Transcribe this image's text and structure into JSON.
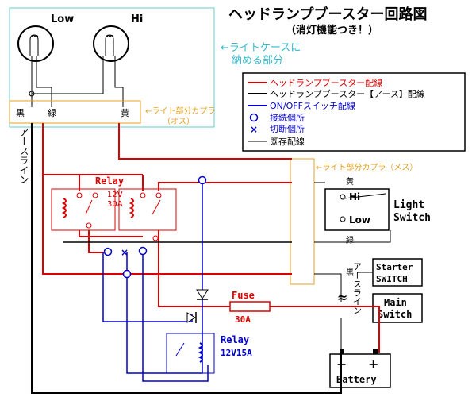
{
  "title": "ヘッドランプブースター回路図",
  "subtitle": "（消灯機能つき！）",
  "lamps": {
    "low": "Low",
    "hi": "Hi"
  },
  "light_case_note_1": "←ライトケースに",
  "light_case_note_2": "納める部分",
  "male_coupler": {
    "label": "←ライト部分カプラ",
    "sub": "（オス）",
    "black": "黒",
    "green": "緑",
    "yellow": "黄"
  },
  "female_coupler": {
    "label": "←ライト部分カプラ（メス）",
    "yellow": "黄",
    "green": "緑",
    "black": "黒"
  },
  "earth_line_left": "アースライン",
  "earth_line_right": "アースライン",
  "legend": {
    "items": [
      {
        "text": "ヘッドランプブースター配線",
        "kind": "red-line"
      },
      {
        "text": "ヘッドランプブースター【アース】配線",
        "kind": "black-line"
      },
      {
        "text": "ON/OFFスイッチ配線",
        "kind": "blue-line"
      },
      {
        "text": "接続個所",
        "kind": "circle"
      },
      {
        "text": "切断個所",
        "kind": "cross"
      },
      {
        "text": "既存配線",
        "kind": "thin-line"
      }
    ]
  },
  "relay_top": {
    "name": "Relay",
    "spec_1": "12V",
    "spec_2": "30A"
  },
  "relay_bottom": {
    "name": "Relay",
    "spec": "12V15A"
  },
  "light_switch": {
    "hi": "Hi",
    "low": "Low",
    "label_1": "Light",
    "label_2": "Switch"
  },
  "starter_switch": {
    "line_1": "Starter",
    "line_2": "SWITCH"
  },
  "main_switch": {
    "line_1": "Main",
    "line_2": "Switch"
  },
  "fuse": {
    "name": "Fuse",
    "rating": "30A"
  },
  "battery": {
    "label": "Battery",
    "minus": "−",
    "plus": "+"
  },
  "colors": {
    "red": "#dd0000",
    "blue": "#0000cc",
    "black": "#000000",
    "cyan": "#66cccc",
    "orange": "#e8a020",
    "title": "#000000"
  }
}
